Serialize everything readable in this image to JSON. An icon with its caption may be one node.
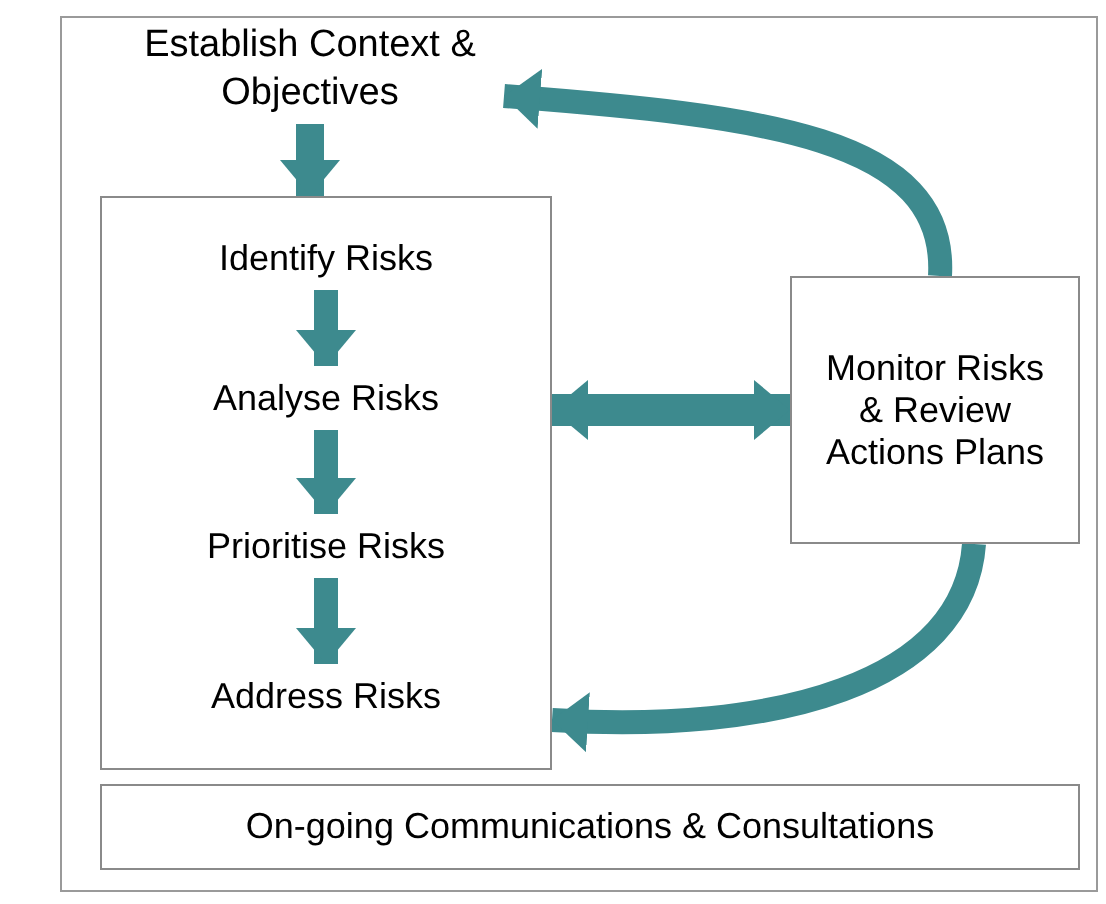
{
  "diagram": {
    "nodes": [
      {
        "text": [
          "Establish Context & Objectives"
        ]
      },
      {
        "text": [],
        "shape": "box"
      },
      {
        "text": [
          "Identify Risks"
        ],
        "in": 1
      },
      {
        "text": [
          "Analyse Risks"
        ],
        "in": 1
      },
      {
        "text": [
          "Prioritise Risks"
        ],
        "in": 1
      },
      {
        "text": [
          "Address Risks"
        ],
        "in": 1
      },
      {
        "text": [
          "Monitor Risks & Review Actions Plans"
        ]
      },
      {
        "text": [
          "On-going Communications & Consultations"
        ]
      }
    ],
    "edges": [
      {
        "from": 0,
        "to": 1,
        "arrow": "to"
      },
      {
        "from": 2,
        "to": 3,
        "arrow": "to"
      },
      {
        "from": 3,
        "to": 4,
        "arrow": "to"
      },
      {
        "from": 4,
        "to": 5,
        "arrow": "to"
      },
      {
        "from": 1,
        "to": 6,
        "arrow": "both"
      },
      {
        "from": 6,
        "to": 0,
        "arrow": "to"
      },
      {
        "from": 6,
        "to": 1,
        "arrow": "to"
      }
    ]
  }
}
